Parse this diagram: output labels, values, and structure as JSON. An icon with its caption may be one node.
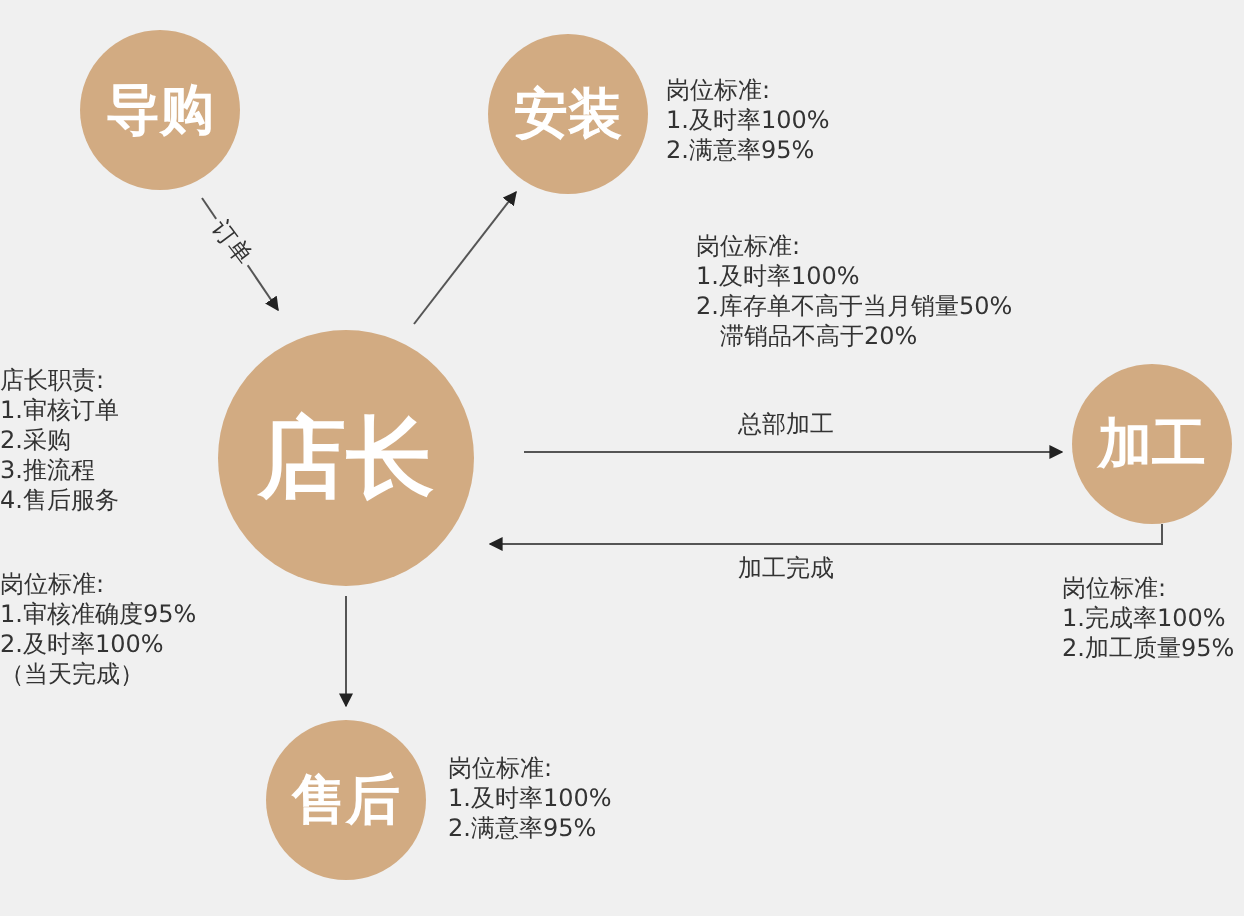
{
  "diagram": {
    "nodes": [
      {
        "text": [
          "导购"
        ]
      },
      {
        "text": [
          "安装"
        ],
        "beside": [
          "岗位标准:",
          "1.及时率100%",
          "2.满意率95%"
        ]
      },
      {
        "text": [
          "店长"
        ],
        "beside": [
          "店长职责:",
          "1.审核订单",
          "2.采购",
          "3.推流程",
          "4.售后服务",
          "岗位标准:",
          "1.审核准确度95%",
          "2.及时率100%",
          "（当天完成）"
        ]
      },
      {
        "text": [
          "加工"
        ],
        "beside": [
          "岗位标准:",
          "1.完成率100%",
          "2.加工质量95%"
        ]
      },
      {
        "text": [
          "售后"
        ],
        "beside": [
          "岗位标准:",
          "1.及时率100%",
          "2.满意率95%"
        ]
      }
    ],
    "edges": [
      {
        "from": 0,
        "to": 2,
        "arrow": "to",
        "label": "订单"
      },
      {
        "from": 2,
        "to": 1,
        "arrow": "to"
      },
      {
        "from": 2,
        "to": 3,
        "arrow": "to",
        "label": "总部加工"
      },
      {
        "from": 3,
        "to": 2,
        "arrow": "to",
        "label": "加工完成"
      },
      {
        "from": 2,
        "to": 4,
        "arrow": "to"
      }
    ],
    "labels": [
      "岗位标准:",
      "1.及时率100%",
      "2.库存单不高于当月销量50%",
      "滞销品不高于20%"
    ]
  }
}
